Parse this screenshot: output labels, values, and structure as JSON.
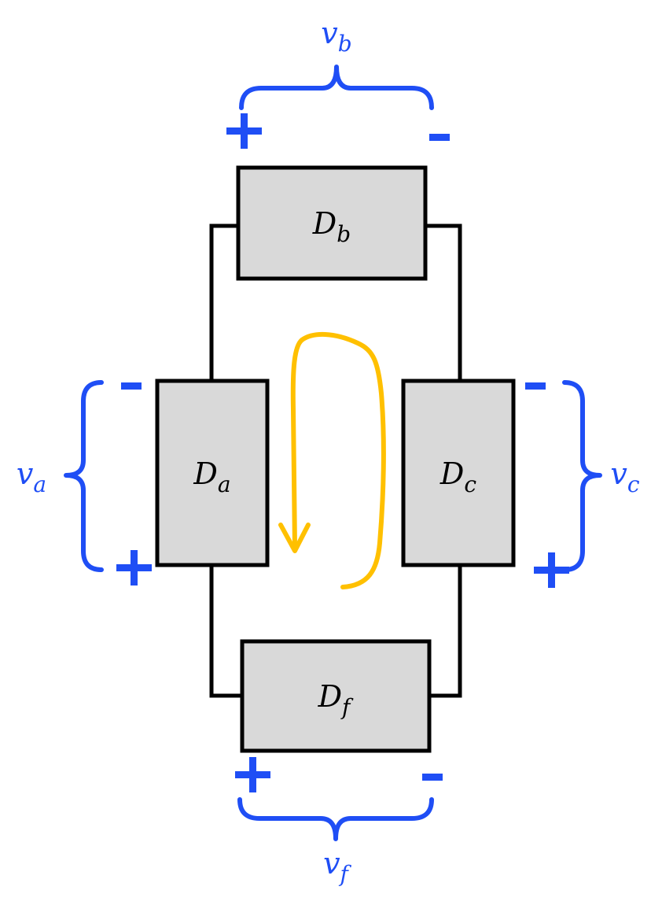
{
  "diagram": {
    "devices": {
      "b": {
        "symbol": "D",
        "sub": "b"
      },
      "a": {
        "symbol": "D",
        "sub": "a"
      },
      "c": {
        "symbol": "D",
        "sub": "c"
      },
      "f": {
        "symbol": "D",
        "sub": "f"
      }
    },
    "voltages": {
      "b": {
        "symbol": "v",
        "sub": "b"
      },
      "a": {
        "symbol": "v",
        "sub": "a"
      },
      "c": {
        "symbol": "v",
        "sub": "c"
      },
      "f": {
        "symbol": "v",
        "sub": "f"
      }
    },
    "colors": {
      "voltage": "#1f4ef5",
      "loop_arrow": "#ffc000",
      "device_fill": "#d9d9d9",
      "wire": "#000000"
    }
  }
}
